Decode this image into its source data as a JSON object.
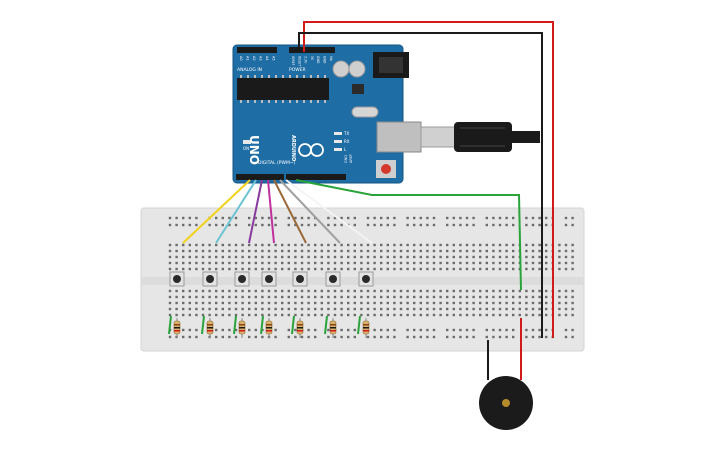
{
  "board": {
    "model": "UNO",
    "brand": "ARDUINO",
    "label_analog": "ANALOG IN",
    "label_power": "POWER",
    "label_digital": "DIGITAL (PWM~)",
    "label_tx": "TX",
    "label_rx": "RX",
    "label_l": "L",
    "label_on": "ON",
    "label_aref": "AREF",
    "label_gnd": "GND",
    "analog_pins": [
      "A0",
      "A1",
      "A2",
      "A3",
      "A4",
      "A5"
    ],
    "power_pins": [
      "IOREF",
      "RESET",
      "3.3V",
      "5V",
      "GND",
      "GND",
      "Vin"
    ]
  },
  "colors": {
    "board_blue": "#1f6da5",
    "breadboard": "#e6e6e6",
    "wire_yellow": "#f2d21b",
    "wire_cyan": "#6cc3d2",
    "wire_purple": "#8a3a9e",
    "wire_magenta": "#c0309c",
    "wire_brown": "#9a6a3a",
    "wire_gray": "#a0a0a0",
    "wire_white": "#f4f4f4",
    "wire_green": "#2aa33a",
    "wire_red": "#d11a1a",
    "wire_black": "#1a1a1a",
    "buzzer_body": "#1b1b1b",
    "buzzer_center": "#b58a2a"
  },
  "components": {
    "pushbuttons": 7,
    "resistors": 7,
    "buzzer_icon": "piezo-buzzer-icon",
    "usb_icon": "usb-cable-icon"
  }
}
